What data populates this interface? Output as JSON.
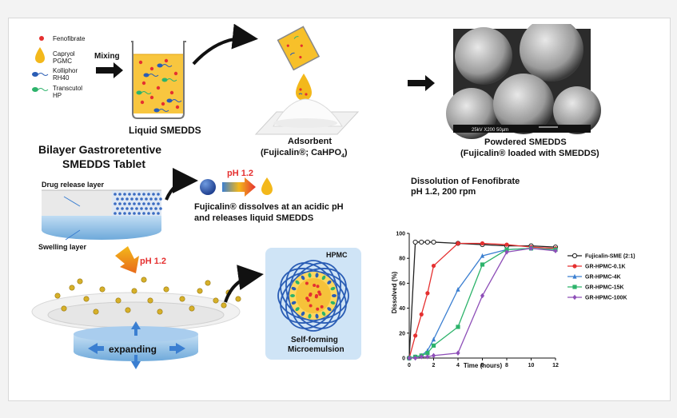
{
  "legend_items": [
    {
      "label": "Fenofibrate"
    },
    {
      "label": "Capryol",
      "label2": "PGMC"
    },
    {
      "label": "Kolliphor",
      "label2": "RH40"
    },
    {
      "label": "Transcutol",
      "label2": "HP"
    }
  ],
  "mixing_label": "Mixing",
  "liquid_smedds_label": "Liquid SMEDDS",
  "adsorbent_title": "Adsorbent",
  "adsorbent_sub": "(Fujicalin®; CaHPO",
  "adsorbent_sub_index": "4",
  "adsorbent_close": ")",
  "sem_caption": "25kV     X200     50μm",
  "powdered_title": "Powdered SMEDDS",
  "powdered_sub": "(Fujicalin® loaded with SMEDDS)",
  "tablet_title_1": "Bilayer Gastroretentive",
  "tablet_title_2": "SMEDDS Tablet",
  "drug_release_layer": "Drug release layer",
  "swelling_layer": "Swelling layer",
  "ph_label": "pH 1.2",
  "fujicalin_text_1": "Fujicalin® dissolves at an acidic pH",
  "fujicalin_text_2": "and releases liquid SMEDDS",
  "expanding_label": "expanding",
  "hpmc_label": "HPMC",
  "microemulsion_1": "Self-forming",
  "microemulsion_2": "Microemulsion",
  "colors": {
    "red": "#e53030",
    "yellow": "#f3b81b",
    "blue": "#2a5db5",
    "green": "#2db36b",
    "purple": "#8e4fb8",
    "beaker_fill": "#f7c02a"
  },
  "chart_data": {
    "type": "line",
    "title": "Dissolution of Fenofibrate",
    "subtitle": "pH 1.2, 200 rpm",
    "xlabel": "Time (hours)",
    "ylabel": "Dissolved (%)",
    "xlim": [
      0,
      12
    ],
    "ylim": [
      0,
      100
    ],
    "xticks": [
      0,
      2,
      4,
      6,
      8,
      10,
      12
    ],
    "yticks": [
      0,
      20,
      40,
      60,
      80,
      100
    ],
    "series": [
      {
        "name": "Fujicalin-SME (2:1)",
        "color": "#222222",
        "marker": "open-circle",
        "x": [
          0,
          0.5,
          1,
          1.5,
          2,
          4,
          6,
          8,
          10,
          12
        ],
        "y": [
          0,
          93,
          93,
          93,
          93,
          92,
          91,
          90,
          90,
          89
        ]
      },
      {
        "name": "GR-HPMC-0.1K",
        "color": "#e53030",
        "marker": "circle",
        "x": [
          0,
          0.5,
          1,
          1.5,
          2,
          4,
          6,
          8,
          10,
          12
        ],
        "y": [
          0,
          18,
          35,
          52,
          74,
          92,
          92,
          91,
          89,
          88
        ]
      },
      {
        "name": "GR-HPMC-4K",
        "color": "#3b7fd1",
        "marker": "triangle",
        "x": [
          0,
          0.5,
          1,
          1.5,
          2,
          4,
          6,
          8,
          10,
          12
        ],
        "y": [
          0,
          1,
          2,
          6,
          15,
          55,
          82,
          87,
          88,
          87
        ]
      },
      {
        "name": "GR-HPMC-15K",
        "color": "#2db36b",
        "marker": "square",
        "x": [
          0,
          0.5,
          1,
          1.5,
          2,
          4,
          6,
          8,
          10,
          12
        ],
        "y": [
          0,
          1,
          2,
          4,
          10,
          25,
          75,
          87,
          88,
          87
        ]
      },
      {
        "name": "GR-HPMC-100K",
        "color": "#8e4fb8",
        "marker": "diamond",
        "x": [
          0,
          0.5,
          1,
          1.5,
          2,
          4,
          6,
          8,
          10,
          12
        ],
        "y": [
          0,
          0,
          1,
          1,
          2,
          4,
          50,
          85,
          88,
          86
        ]
      }
    ]
  }
}
